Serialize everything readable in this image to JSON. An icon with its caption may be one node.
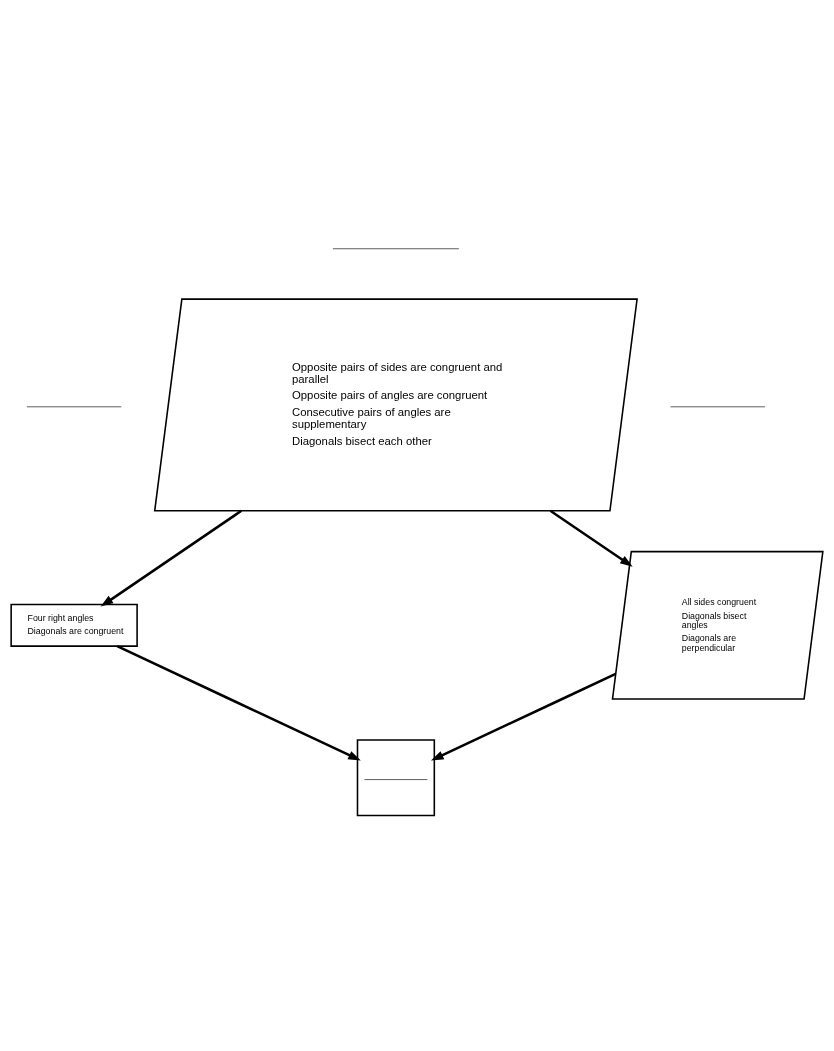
{
  "diagram": {
    "nodes": [
      {
        "text": [
          "Opposite pairs of sides are congruent and parallel",
          "Opposite pairs of angles are congruent",
          "Consecutive pairs of angles are supplementary",
          "Diagonals bisect each other"
        ]
      },
      {
        "text": [
          "Four right angles",
          "Diagonals are congruent"
        ]
      },
      {
        "text": [
          "All sides congruent",
          "Diagonals bisect angles",
          "Diagonals are perpendicular"
        ]
      },
      {
        "text": [],
        "shape": "box"
      }
    ],
    "edges": [
      {
        "from": 0,
        "to": 1,
        "arrow": "to"
      },
      {
        "from": 0,
        "to": 2,
        "arrow": "to"
      },
      {
        "from": 1,
        "to": 3,
        "arrow": "to"
      },
      {
        "from": 2,
        "to": 3,
        "arrow": "to"
      }
    ]
  }
}
